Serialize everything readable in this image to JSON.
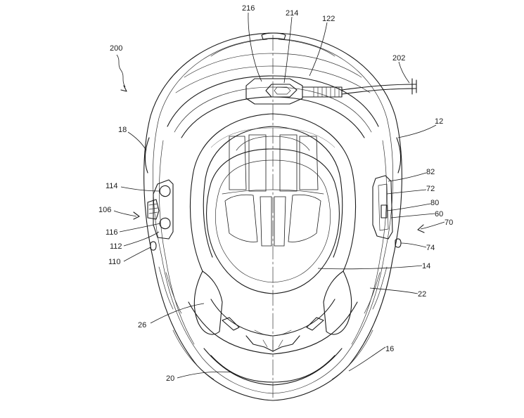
{
  "figure": {
    "reference_numerals": {
      "r200": "200",
      "r216": "216",
      "r214": "214",
      "r122": "122",
      "r202": "202",
      "r18": "18",
      "r12": "12",
      "r114": "114",
      "r106": "106",
      "r116": "116",
      "r112": "112",
      "r110": "110",
      "r82": "82",
      "r72": "72",
      "r80": "80",
      "r60": "60",
      "r70": "70",
      "r74": "74",
      "r14": "14",
      "r22": "22",
      "r26": "26",
      "r16": "16",
      "r20": "20"
    }
  }
}
